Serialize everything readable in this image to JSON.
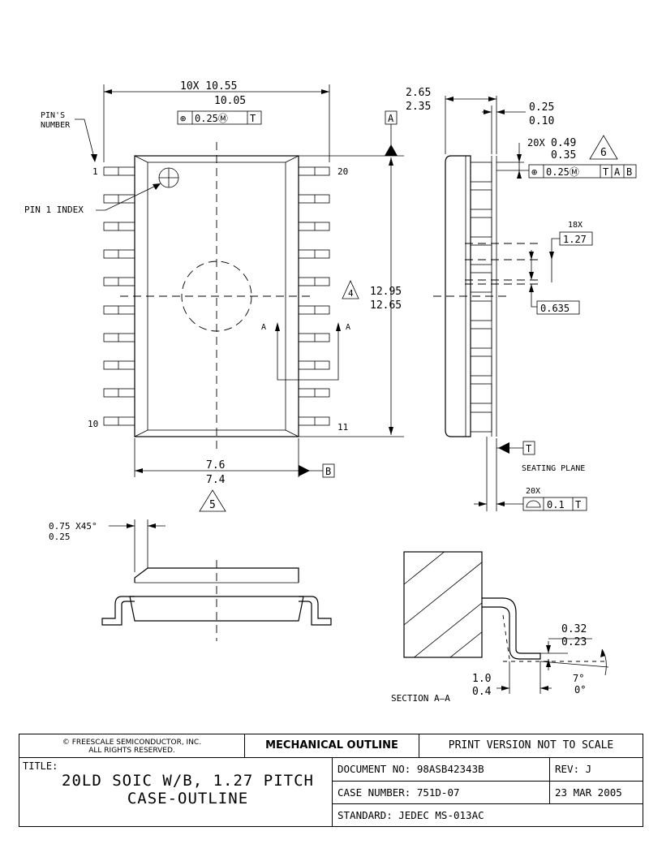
{
  "drawing": {
    "top_view": {
      "width_dim_upper": "10X 10.55",
      "width_dim_lower": "10.05",
      "pin_number_label": "PIN'S\nNUMBER",
      "pin_number_label_line1": "PIN'S",
      "pin_number_label_line2": "NUMBER",
      "pin_1_index_label": "PIN 1 INDEX",
      "pin_labels": [
        "1",
        "20",
        "10",
        "11"
      ],
      "length_dim_upper": "12.95",
      "length_dim_lower": "12.65",
      "note_4": "4",
      "body_width_upper": "7.6",
      "body_width_lower": "7.4",
      "note_5": "5",
      "section_marks": [
        "A",
        "A"
      ],
      "datum_A": "A",
      "datum_B": "B",
      "position_tol": [
        "⊕",
        "0.25Ⓜ",
        "T"
      ]
    },
    "side_view": {
      "height_upper": "2.65",
      "height_lower": "2.35",
      "standoff_upper": "0.25",
      "standoff_lower": "0.10",
      "lead_width_qty": "20X",
      "lead_width_upper": "0.49",
      "lead_width_lower": "0.35",
      "note_6": "6",
      "lead_position_tol": [
        "⊕",
        "0.25Ⓜ",
        "T",
        "A",
        "B"
      ],
      "pitch_qty": "18X",
      "pitch": "1.27",
      "half_pitch": "0.635",
      "datum_T": "T",
      "seating_plane_label": "SEATING PLANE",
      "coplanarity_qty": "20X",
      "coplanarity_tol": [
        "⌓",
        "0.1",
        "T"
      ]
    },
    "end_view": {
      "chamfer_upper": "0.75 X45°",
      "chamfer_lower": "0.25"
    },
    "section_view": {
      "label": "SECTION A–A",
      "thickness_upper": "0.32",
      "thickness_lower": "0.23",
      "foot_upper": "1.0",
      "foot_lower": "0.4",
      "angle_upper": "7°",
      "angle_lower": "0°"
    }
  },
  "title_block": {
    "copyright_line1": "© FREESCALE SEMICONDUCTOR, INC.",
    "copyright_line2": "ALL RIGHTS RESERVED.",
    "header": "MECHANICAL OUTLINE",
    "print_version": "PRINT VERSION NOT TO SCALE",
    "title_label": "TITLE:",
    "title_line1": "20LD SOIC W/B, 1.27 PITCH",
    "title_line2": "CASE-OUTLINE",
    "document_no": "DOCUMENT NO: 98ASB42343B",
    "rev": "REV: J",
    "case_number": "CASE NUMBER: 751D-07",
    "date": "23 MAR 2005",
    "standard": "STANDARD: JEDEC MS-013AC"
  }
}
